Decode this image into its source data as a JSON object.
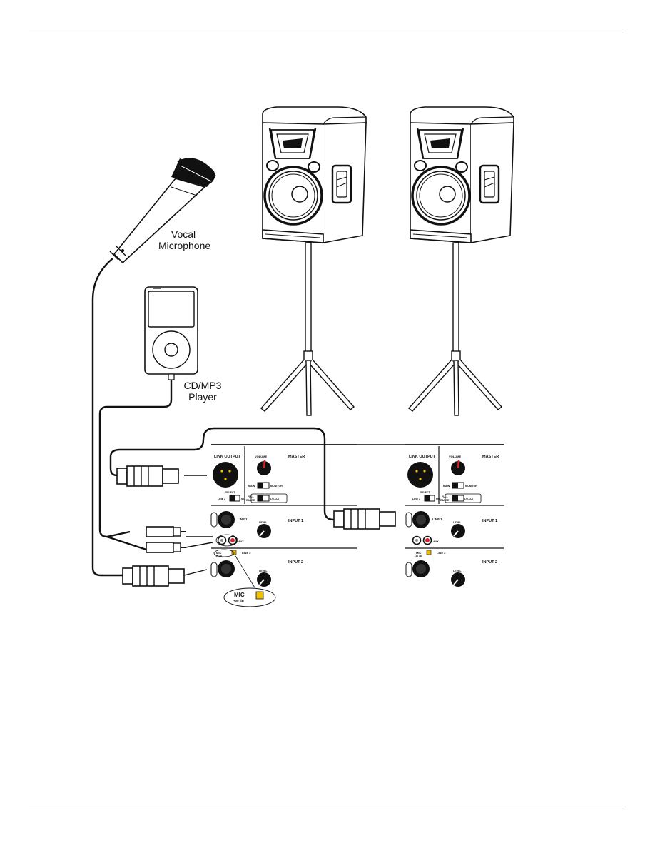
{
  "labels": {
    "mic_line1": "Vocal",
    "mic_line2": "Microphone",
    "player_line1": "CD/MP3",
    "player_line2": "Player"
  },
  "panel": {
    "link_output": "LINK OUTPUT",
    "master": "MASTER",
    "volume": "VOLUME",
    "select": "SELECT",
    "line2": "LINE 2",
    "mix": "MIX",
    "main": "MAIN",
    "monitor": "MONITOR",
    "full": "FULL",
    "range": "RANGE",
    "lo_cut": "LO-CUT",
    "input1": "INPUT 1",
    "input2": "INPUT 2",
    "line1": "LINE 1",
    "level": "LEVEL",
    "aux": "AUX",
    "mic": "MIC",
    "mic_db": "+00 dB",
    "line2_small": "LINE 2",
    "zoom_mic": "MIC",
    "zoom_db": "+00 dB"
  }
}
